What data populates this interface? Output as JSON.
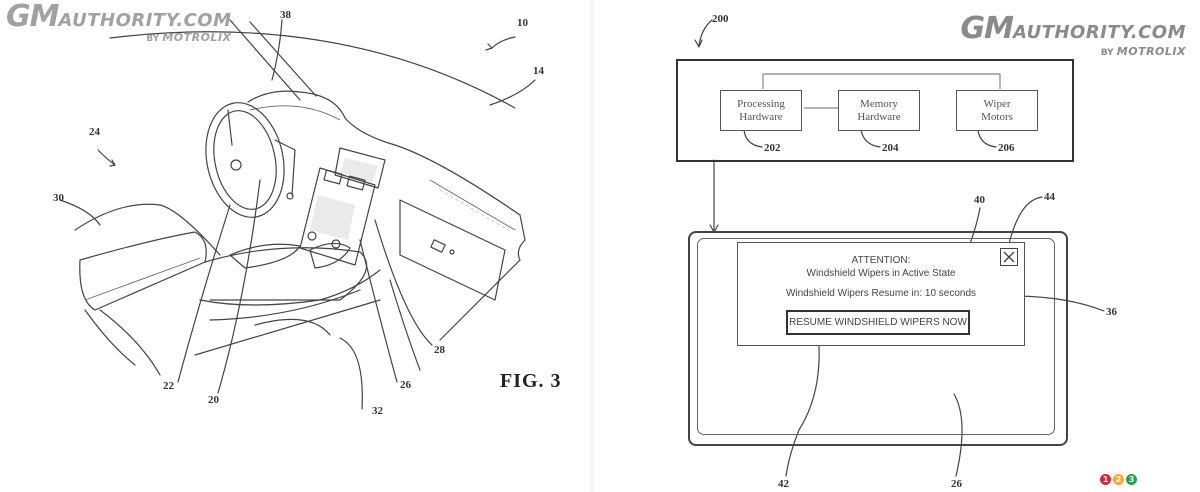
{
  "watermark": {
    "brand_gm": "GM",
    "brand_rest": "AUTHORITY.COM",
    "by_prefix": "BY",
    "by_name": "MOTROLIX"
  },
  "left_figure": {
    "figure_label": "FIG. 3",
    "reference_numerals": [
      "38",
      "10",
      "14",
      "24",
      "30",
      "22",
      "20",
      "32",
      "26",
      "28"
    ]
  },
  "right_figure": {
    "system_ref": "200",
    "components": [
      {
        "label_line1": "Processing",
        "label_line2": "Hardware",
        "ref": "202"
      },
      {
        "label_line1": "Memory",
        "label_line2": "Hardware",
        "ref": "204"
      },
      {
        "label_line1": "Wiper",
        "label_line2": "Motors",
        "ref": "206"
      }
    ],
    "display_ref": "26",
    "popup_ref": "36",
    "countdown_ref": "40",
    "button_ref": "42",
    "close_ref": "44",
    "popup": {
      "title": "ATTENTION:",
      "subtitle": "Windshield Wipers in Active State",
      "resume_label": "Windshield Wipers Resume in:",
      "countdown_value": "10 seconds",
      "button_label": "RESUME WINDSHIELD WIPERS NOW"
    }
  },
  "rating_badges": [
    {
      "label": "1",
      "color": "#d7262e"
    },
    {
      "label": "2",
      "color": "#f2a93b"
    },
    {
      "label": "3",
      "color": "#2e9e48"
    }
  ]
}
